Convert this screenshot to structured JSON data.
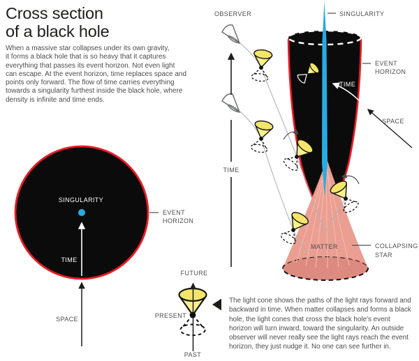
{
  "title": {
    "line1": "Cross section",
    "line2": "of a black hole"
  },
  "intro": {
    "lines": [
      "When a massive star collapses under its own gravity,",
      "it forms a black hole that is so heavy that it captures",
      "everything that passes its event horizon. Not even light",
      "can escape. At the event horizon, time replaces space and",
      "points only forward. The flow of time carries everything",
      "towards a singularity furthest inside the black hole, where",
      "density is infinite and time ends."
    ]
  },
  "cross_section_diagram": {
    "singularity_label": "SINGULARITY",
    "time_label": "TIME",
    "space_label": "SPACE",
    "event_horizon_line1": "EVENT",
    "event_horizon_line2": "HORIZON"
  },
  "spacetime_diagram": {
    "observer_label": "OBSERVER",
    "singularity_label": "SINGULARITY",
    "event_horizon_line1": "EVENT",
    "event_horizon_line2": "HORIZON",
    "time_inside_label": "TIME",
    "space_label": "SPACE",
    "time_axis_label": "TIME",
    "matter_label": "MATTER",
    "collapsing_star_line1": "COLLAPSING",
    "collapsing_star_line2": "STAR"
  },
  "light_cone_legend": {
    "future_label": "FUTURE",
    "present_label": "PRESENT",
    "past_label": "PAST"
  },
  "caption": {
    "lines": [
      "The light cone shows the paths of the light rays forward and",
      "backward in time. When matter collapses and forms a black",
      "hole, the light cones that cross the black hole's event",
      "horizon will turn inward, toward the singularity. An outside",
      "observer will never really see the light rays reach the event",
      "horizon, they just nudge it. No one can see further in."
    ]
  },
  "colors": {
    "event_horizon_red": "#ec1c24",
    "singularity_cyan": "#29abe2",
    "light_cone_yellow": "#f8f08e",
    "light_cone_yellow_top": "#f2e56a",
    "collapsing_star_pink": "#eb9e92",
    "collapsing_star_pink_dark": "#dd8b80",
    "black_hole_black": "#0b0b0b",
    "label_gray": "#4d4d4f"
  }
}
